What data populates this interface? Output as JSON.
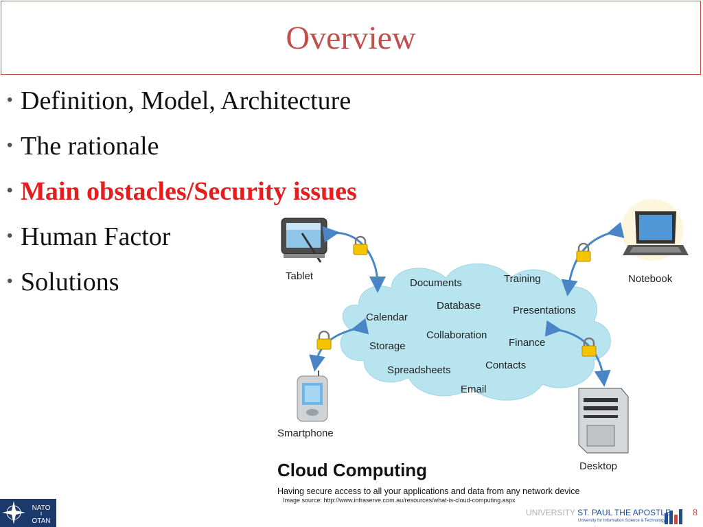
{
  "slide": {
    "title": "Overview",
    "page_number": "8"
  },
  "bullets": [
    {
      "text": "Definition, Model, Architecture",
      "active": false
    },
    {
      "text": "The rationale",
      "active": false
    },
    {
      "text": "Main obstacles/Security issues",
      "active": true
    },
    {
      "text": "Human Factor",
      "active": false
    },
    {
      "text": "Solutions",
      "active": false
    }
  ],
  "diagram": {
    "cloud_items": [
      "Documents",
      "Training",
      "Database",
      "Calendar",
      "Presentations",
      "Collaboration",
      "Finance",
      "Storage",
      "Contacts",
      "Spreadsheets",
      "Email"
    ],
    "devices": {
      "tablet": "Tablet",
      "notebook": "Notebook",
      "smartphone": "Smartphone",
      "desktop": "Desktop"
    },
    "caption_title": "Cloud Computing",
    "caption_subtitle": "Having secure access to all your applications and data from any network device",
    "source": "Image source: http://www.infraserve.com.au/resources/what-is-cloud-computing.aspx"
  },
  "footer": {
    "nato_line1": "NATO",
    "nato_line2": "OTAN",
    "university_prefix": "UNIVERSITY",
    "university_name": "ST. PAUL THE APOSTLE",
    "university_sub": "University for Information Science & Technology"
  },
  "colors": {
    "accent": "#c0504d",
    "highlight": "#e41e1e",
    "cloud": "#b8e4f0",
    "arrow": "#4a86c6",
    "university_blue": "#1d4f91"
  }
}
